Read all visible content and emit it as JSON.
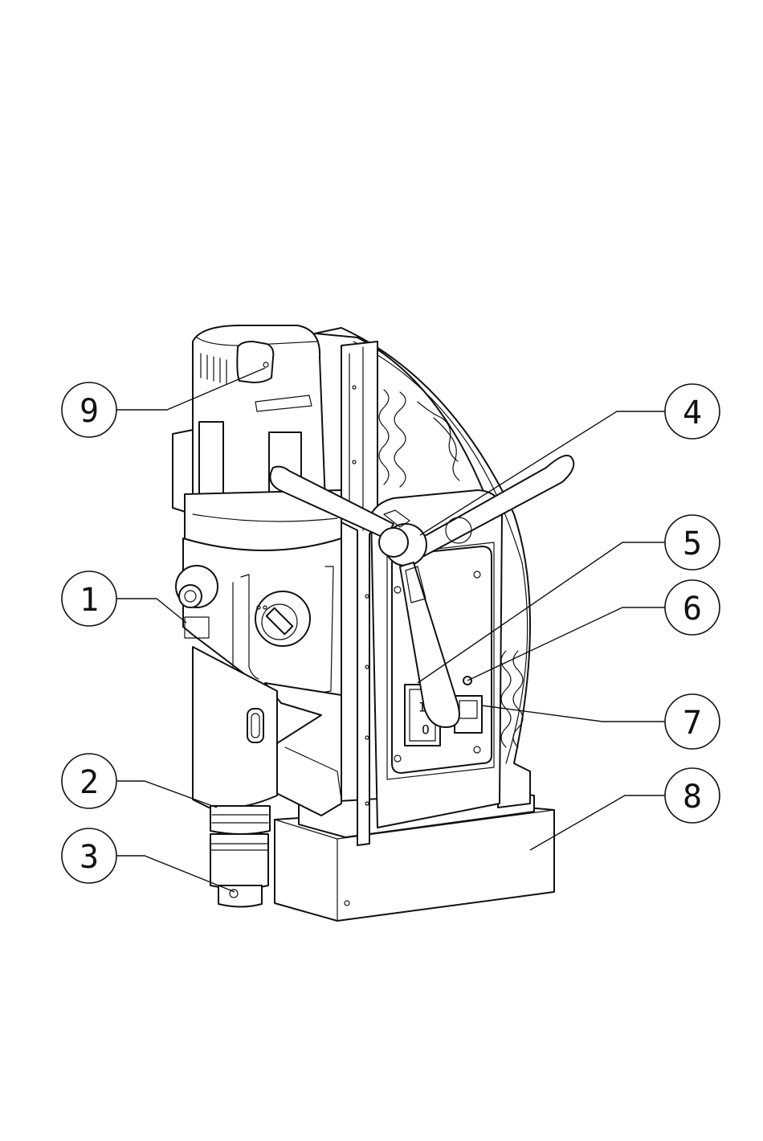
{
  "callouts": [
    {
      "id": "1",
      "label": "1"
    },
    {
      "id": "2",
      "label": "2"
    },
    {
      "id": "3",
      "label": "3"
    },
    {
      "id": "4",
      "label": "4"
    },
    {
      "id": "5",
      "label": "5"
    },
    {
      "id": "6",
      "label": "6"
    },
    {
      "id": "7",
      "label": "7"
    },
    {
      "id": "8",
      "label": "8"
    },
    {
      "id": "9",
      "label": "9"
    }
  ],
  "switch": {
    "on_symbol": "I",
    "off_symbol": "O"
  }
}
